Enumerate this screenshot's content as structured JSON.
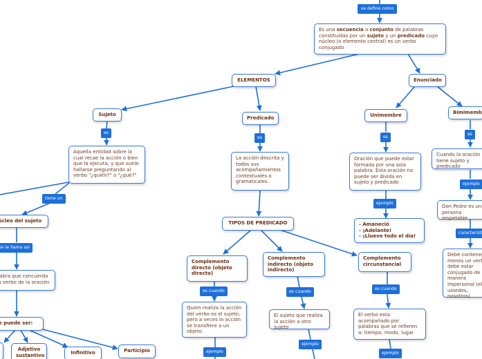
{
  "root_link": "se define como",
  "definition": {
    "p1": "Es una ",
    "k1": "secuencia",
    "p2": " o ",
    "k2": "conjunto",
    "p3": " de palabras constituidas por un ",
    "k3": "sujeto",
    "p4": " y un ",
    "k4": "predicado",
    "p5": " cuyo núcleo (o elemento central)  es un verbo conjugado"
  },
  "elementos": "ELEMENTOS",
  "enunciado": "Enunciado",
  "sujeto": "Sujeto",
  "predicado": "Predicado",
  "unimembre": "Unimembre",
  "bimembre": "Bimimembre",
  "links": {
    "es": "es",
    "tiene_un": "tiene un",
    "se_le_llama": "Se le llama así",
    "ejemplo": "ejemplo",
    "es_cuando": "es cuando",
    "caracteristica": "característica"
  },
  "sujeto_def": "Aquella entidad sobre la cual recae la acción o bien que la ejecuta, y que suele hallarse preguntando al verbo \"¿quién?\" o \"¿qué?\"",
  "predicado_def": "La acción descrita y todos sus acompañamientos contextuales o gramaticales.",
  "unimembre_def": "Oración que puede estar formada por una sola palabra. Esta oración no puede ser divida en sujeto y predicado",
  "unimembre_ejemplo": "- Amaneció\n- ¡Adelante!\n- ¡Llueve todo el día!",
  "bimembre_def": "Cuando la oración tiene sujeto y predicado",
  "bimembre_ejemplo": "Don Pedro es una persona respetable",
  "bimembre_caracteristica": "Debe contener al menos un verbo, debe estar conjugado de manera impersonal (ella, ustedes, nosotros)",
  "nucleo": "Núcleo del sujeto",
  "nucleo_def": "Palabra que concuerda con verbo de la oración",
  "este_puede": "Este puede ser:",
  "tipos_predicado": "TIPOS DE PREDICADO",
  "comp_directo": "Complemento directo (objeto directo)",
  "comp_indirecto": "Complemento indirecto (objeto indirecto)",
  "comp_circunstancial": "Complemento circunstancial",
  "comp_directo_def": "Quien realiza la acción del verbo es el sujeto, pero a veces la acción se transfiere a un objeto",
  "comp_indirecto_def": "El sujeto que realiza la acción a otro sujeto",
  "comp_circunstancial_def": "El verbo esta acompañado por palabras que se refieren a: tiempo, modo, lugar",
  "adjetivo": "Adjetivo sustantivo",
  "infinitivo": "Infinitivo",
  "participio": "Participio"
}
